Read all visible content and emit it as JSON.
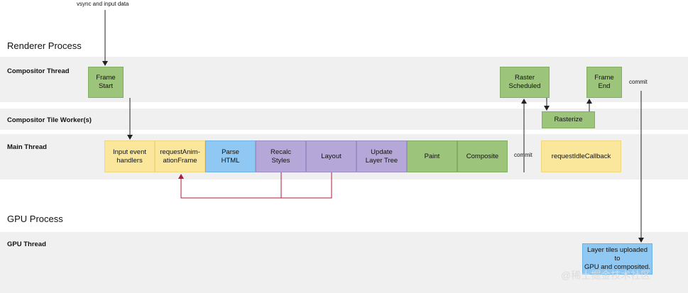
{
  "notes": {
    "vsync": "vsync and input data",
    "commit_top": "commit",
    "commit_mid": "commit"
  },
  "sections": {
    "renderer": "Renderer Process",
    "gpu": "GPU Process"
  },
  "lanes": {
    "compositor": "Compositor Thread",
    "tile_worker": "Compositor Tile Worker(s)",
    "main": "Main Thread",
    "gpu": "GPU Thread"
  },
  "boxes": {
    "frame_start": "Frame\nStart",
    "raster_scheduled": "Raster\nScheduled",
    "frame_end": "Frame\nEnd",
    "rasterize": "Rasterize",
    "input_handlers": "Input event\nhandlers",
    "raf": "requestAnim-\nationFrame",
    "parse_html": "Parse\nHTML",
    "recalc_styles": "Recalc\nStyles",
    "layout": "Layout",
    "update_layer_tree": "Update\nLayer Tree",
    "paint": "Paint",
    "composite": "Composite",
    "ric": "requestIdleCallback",
    "gpu_upload": "Layer tiles uploaded to\nGPU and composited."
  },
  "watermark": "@稀土掘金技术社区",
  "colors": {
    "green": "#9cc47a",
    "yellow": "#fbe79c",
    "blue": "#8ec8f3",
    "purple": "#b5a8d8",
    "loop_arrow": "#b0193a"
  }
}
